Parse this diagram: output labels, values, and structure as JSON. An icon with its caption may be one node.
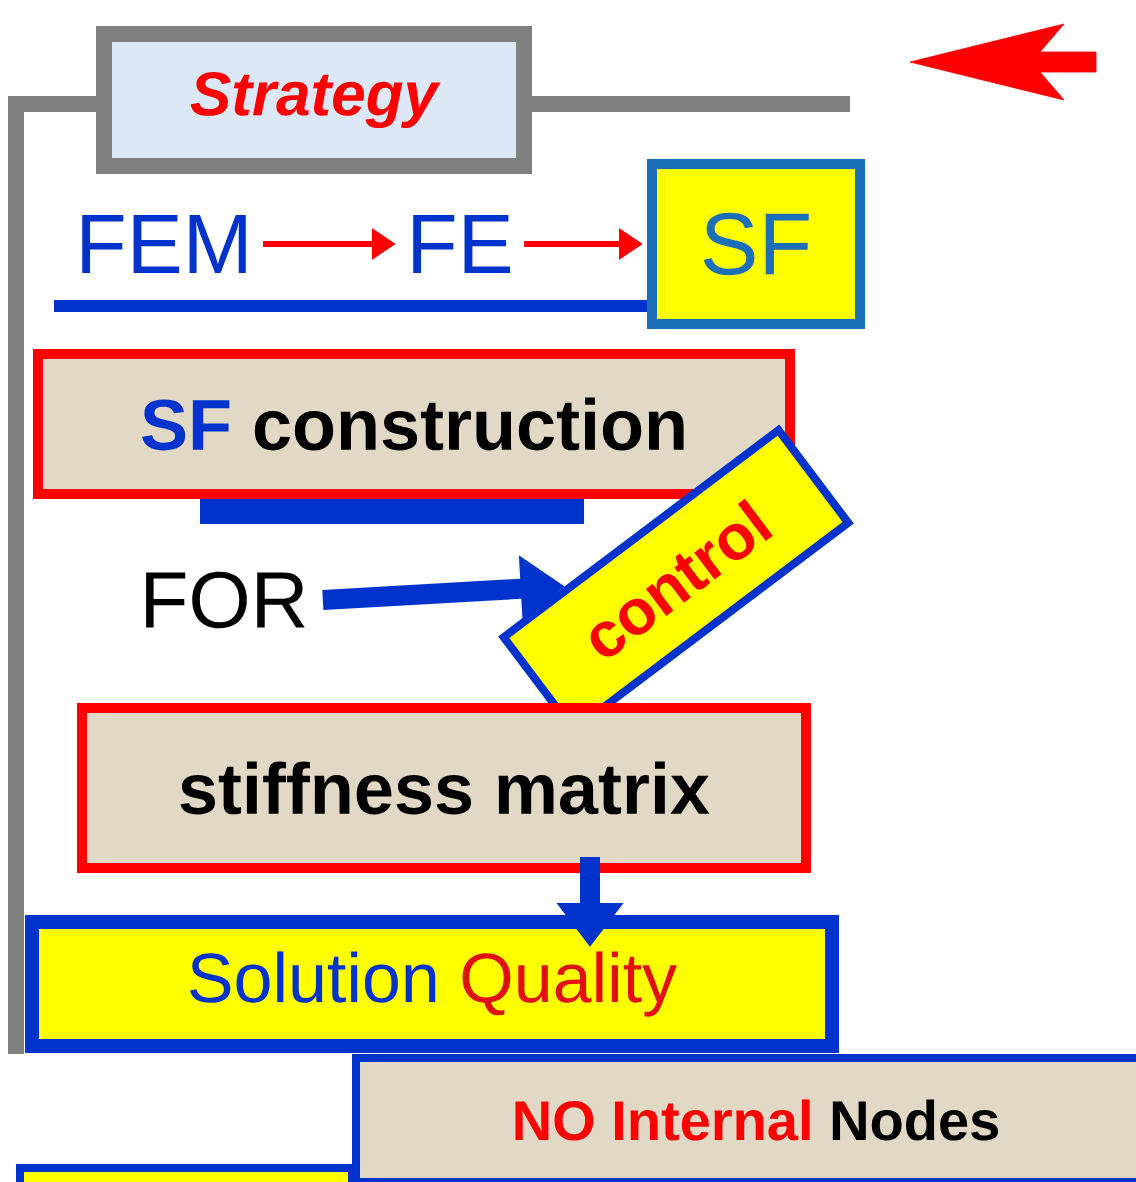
{
  "diagram": {
    "nodes": [
      {
        "text": [
          "Strategy"
        ]
      },
      {
        "text": [
          "FEM"
        ]
      },
      {
        "text": [
          "FE"
        ]
      },
      {
        "text": [
          "SF"
        ]
      },
      {
        "text": [
          "SF",
          "construction"
        ]
      },
      {
        "text": [
          "FOR"
        ]
      },
      {
        "text": [
          "control"
        ]
      },
      {
        "text": [
          "stiffness matrix"
        ]
      },
      {
        "text": [
          "Solution",
          "Quality"
        ]
      },
      {
        "text": [
          "NO Internal",
          "Nodes"
        ]
      }
    ],
    "edges": [
      {
        "from": 1,
        "to": 2,
        "arrow": "to",
        "color": "#ff0000"
      },
      {
        "from": 2,
        "to": 3,
        "arrow": "to",
        "color": "#ff0000"
      },
      {
        "from": 5,
        "to": 6,
        "arrow": "to",
        "style": "thick",
        "color": "#0033cc"
      },
      {
        "from": 7,
        "to": 8,
        "arrow": "to",
        "style": "thick",
        "color": "#0033cc"
      }
    ]
  }
}
